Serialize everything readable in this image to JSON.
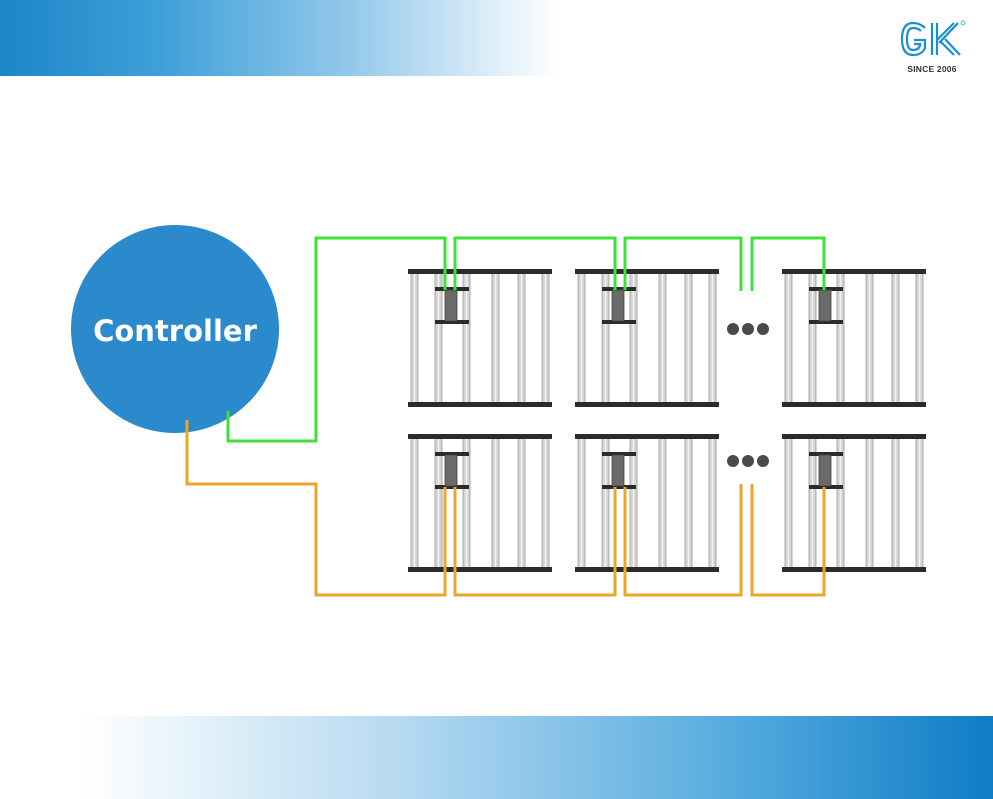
{
  "brand": {
    "logo_text": "GK",
    "tagline": "SINCE 2006",
    "colors": {
      "primary": "#1d86c8",
      "logo": "#1a8ed0"
    }
  },
  "diagram": {
    "controller": {
      "label": "Controller",
      "color": "#2a8acb"
    },
    "wiring": {
      "upper_chain_color": "#3ee03a",
      "lower_chain_color": "#eba527"
    },
    "rows": [
      {
        "fixtures_shown": 3,
        "continuation": "ellipsis"
      },
      {
        "fixtures_shown": 3,
        "continuation": "ellipsis"
      }
    ],
    "icons": [
      "ellipsis-icon",
      "grow-light-fixture-icon",
      "gk-logo-icon"
    ]
  }
}
